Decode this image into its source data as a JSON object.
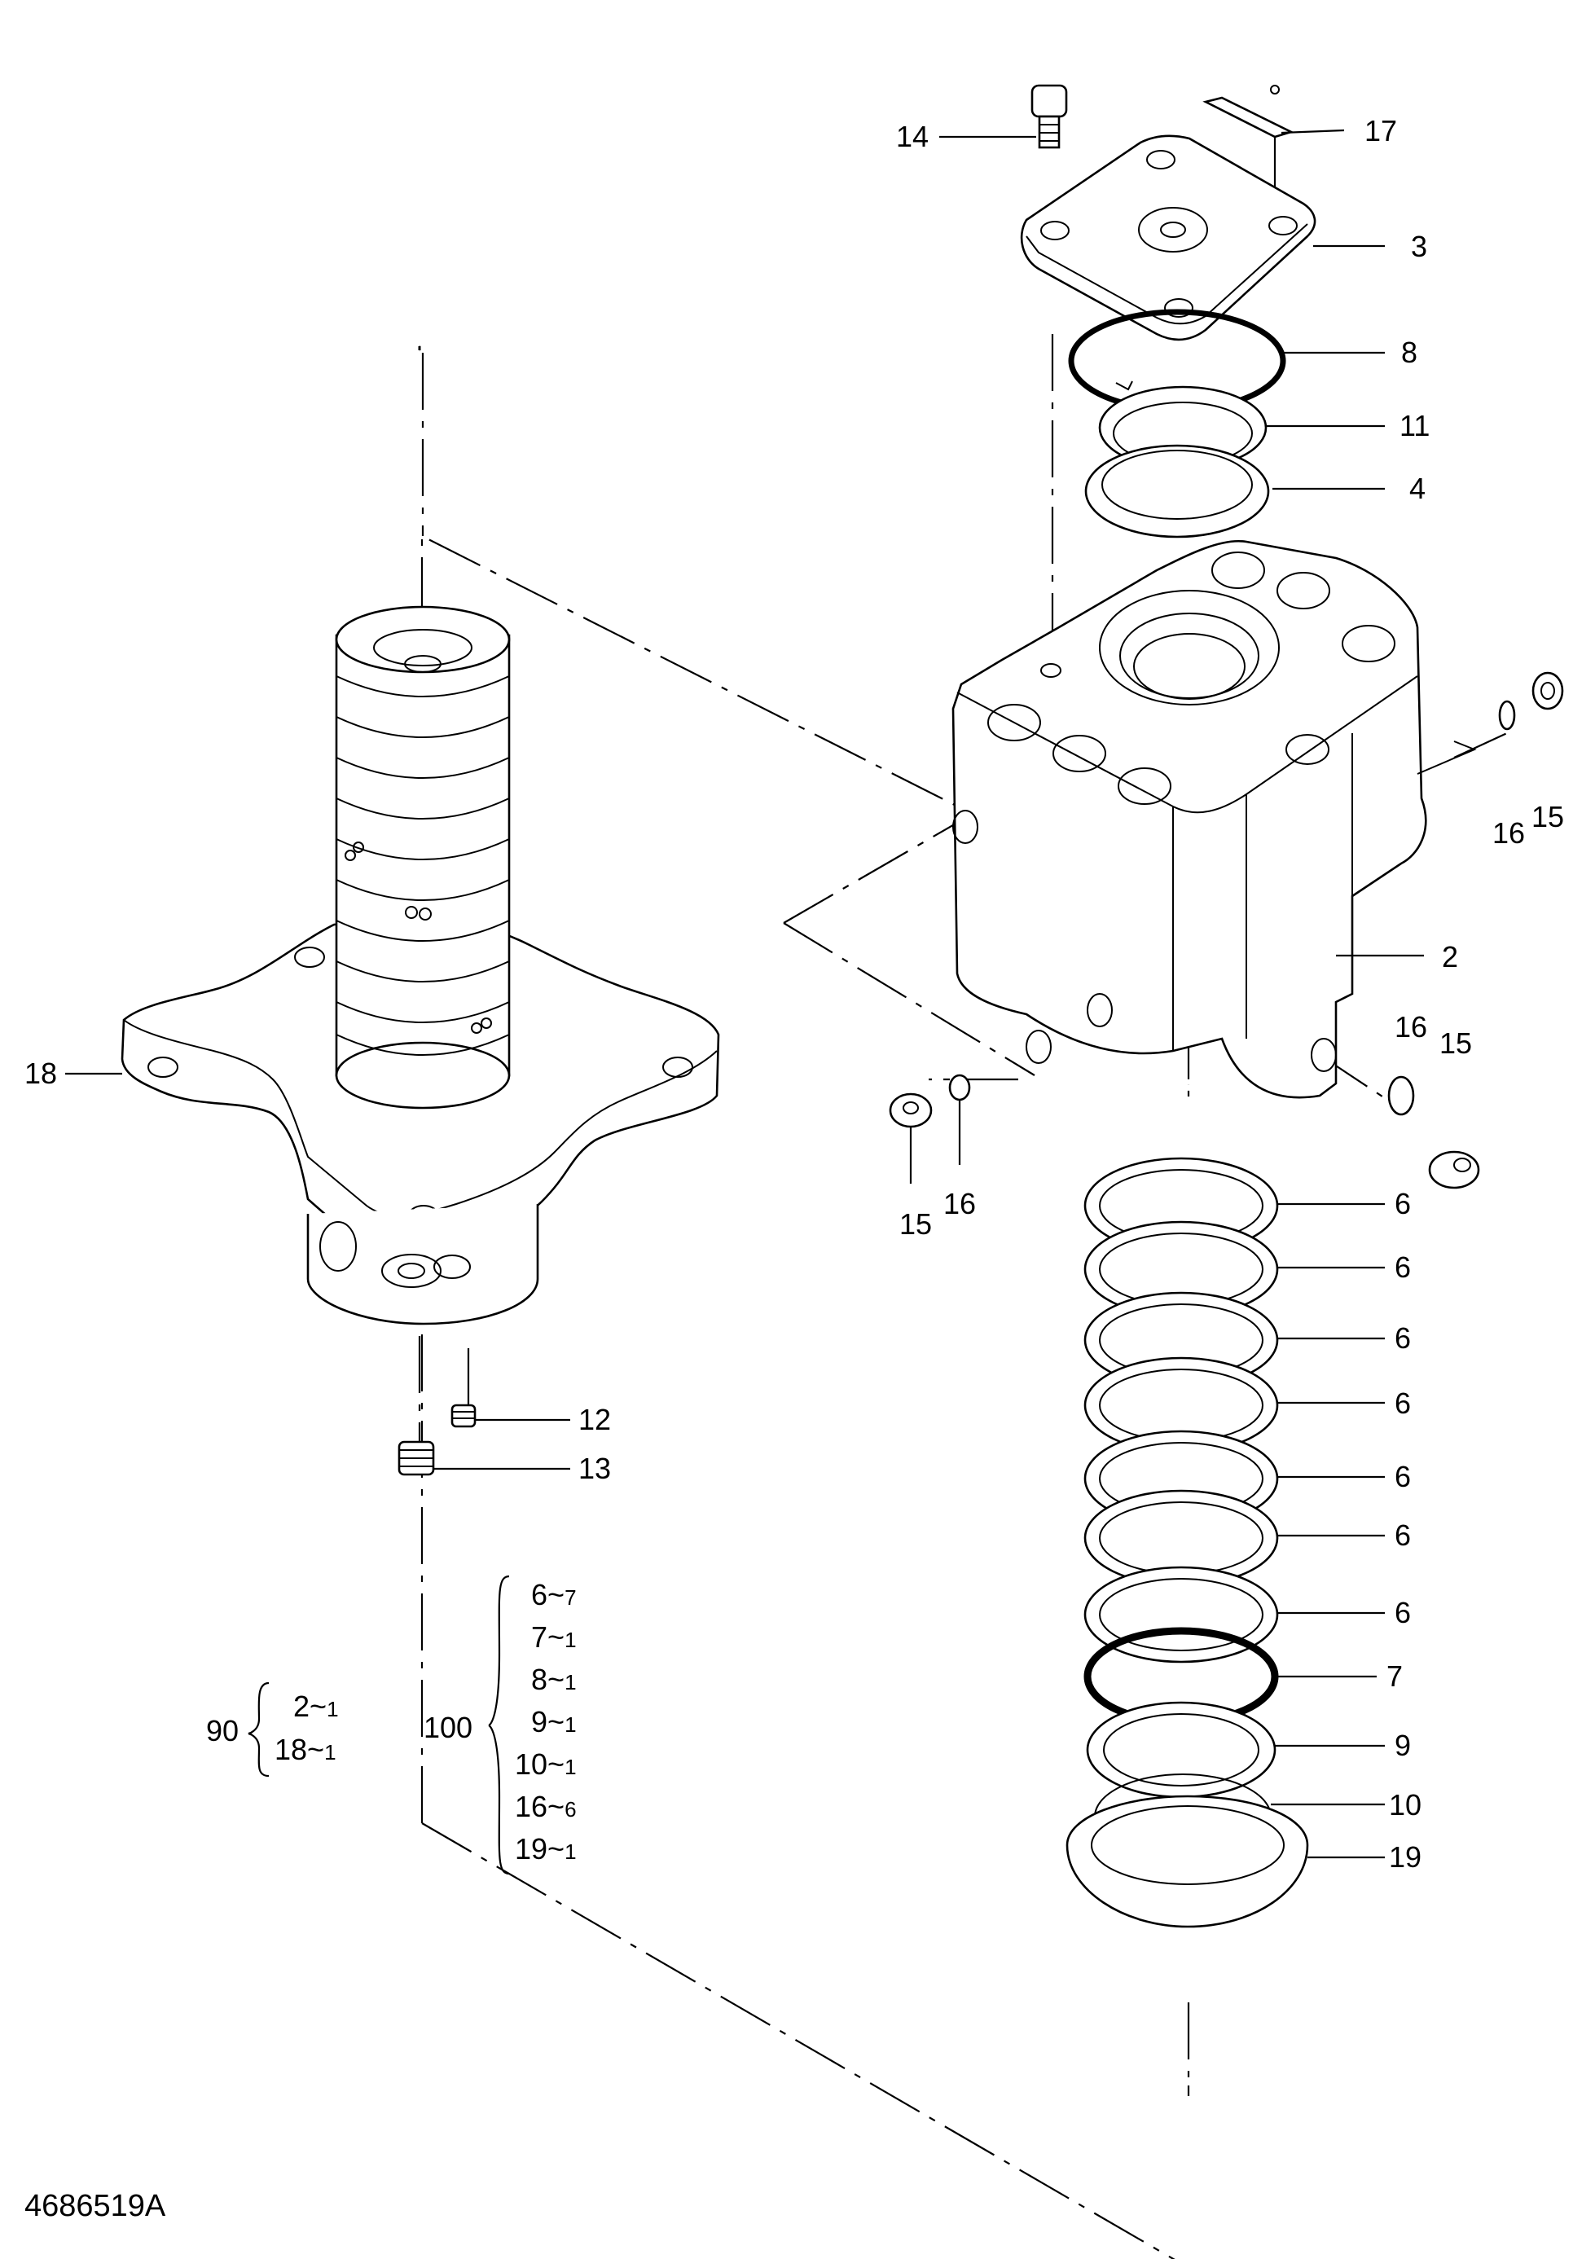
{
  "callouts": [
    {
      "id": "14",
      "text": "14"
    },
    {
      "id": "17",
      "text": "17"
    },
    {
      "id": "3",
      "text": "3"
    },
    {
      "id": "8",
      "text": "8"
    },
    {
      "id": "11",
      "text": "11"
    },
    {
      "id": "4",
      "text": "4"
    },
    {
      "id": "16a",
      "text": "16"
    },
    {
      "id": "15a",
      "text": "15"
    },
    {
      "id": "2",
      "text": "2"
    },
    {
      "id": "16b",
      "text": "16"
    },
    {
      "id": "15b",
      "text": "15"
    },
    {
      "id": "15c",
      "text": "15"
    },
    {
      "id": "16c",
      "text": "16"
    },
    {
      "id": "6a",
      "text": "6"
    },
    {
      "id": "6b",
      "text": "6"
    },
    {
      "id": "6c",
      "text": "6"
    },
    {
      "id": "6d",
      "text": "6"
    },
    {
      "id": "6e",
      "text": "6"
    },
    {
      "id": "6f",
      "text": "6"
    },
    {
      "id": "6g",
      "text": "6"
    },
    {
      "id": "7",
      "text": "7"
    },
    {
      "id": "9",
      "text": "9"
    },
    {
      "id": "10",
      "text": "10"
    },
    {
      "id": "19",
      "text": "19"
    },
    {
      "id": "18",
      "text": "18"
    },
    {
      "id": "12",
      "text": "12"
    },
    {
      "id": "13",
      "text": "13"
    }
  ],
  "kits": [
    {
      "id": "90",
      "label": "90",
      "items": [
        {
          "part": "2",
          "qty": "1"
        },
        {
          "part": "18",
          "qty": "1"
        }
      ]
    },
    {
      "id": "100",
      "label": "100",
      "items": [
        {
          "part": "6",
          "qty": "7"
        },
        {
          "part": "7",
          "qty": "1"
        },
        {
          "part": "8",
          "qty": "1"
        },
        {
          "part": "9",
          "qty": "1"
        },
        {
          "part": "10",
          "qty": "1"
        },
        {
          "part": "16",
          "qty": "6"
        },
        {
          "part": "19",
          "qty": "1"
        }
      ]
    }
  ],
  "qty_separator": "~",
  "drawing_number": "4686519A"
}
